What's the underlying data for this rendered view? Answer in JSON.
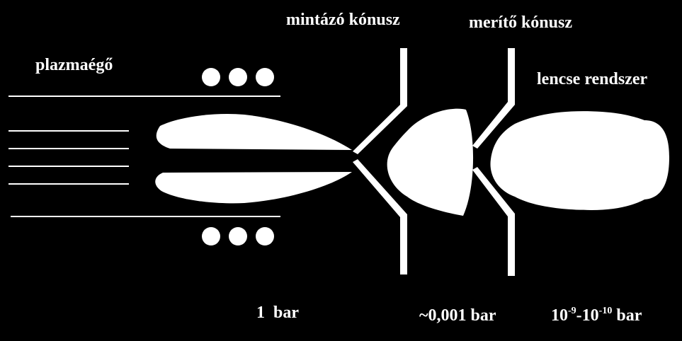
{
  "labels": {
    "torch": "plazmaégő",
    "sampler_cone": "mintázó kónusz",
    "skimmer_cone": "merítő kónusz",
    "lens_system": "lencse rendszer",
    "pressure_torch": "1  bar",
    "pressure_interface": "~0,001 bar",
    "pressure_high_vacuum": {
      "base1": "10",
      "exp1": "-9",
      "separator": "-10",
      "exp2": "-10",
      "unit": " bar"
    }
  },
  "colors": {
    "background": "#000000",
    "foreground": "#ffffff"
  }
}
